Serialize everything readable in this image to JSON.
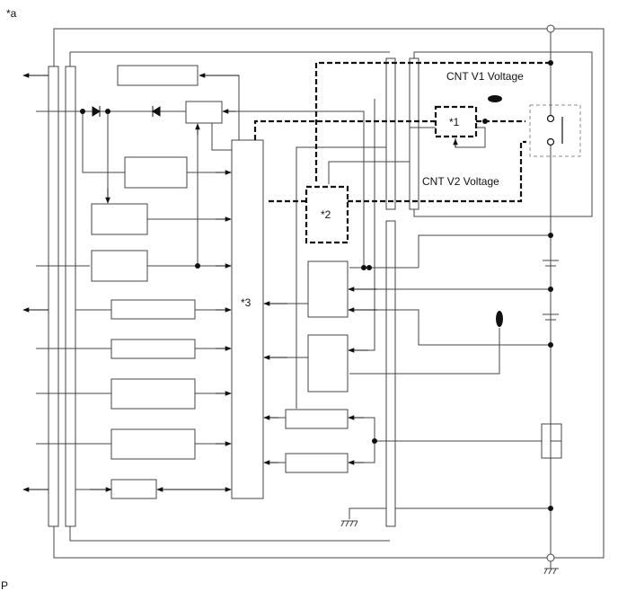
{
  "corner_labels": {
    "top_left": "*a",
    "bottom_left": "P"
  },
  "signal_labels": {
    "cnt_v1": "CNT V1 Voltage",
    "cnt_v2": "CNT V2 Voltage"
  },
  "markers": {
    "m1": "*1",
    "m2": "*2",
    "m3": "*3"
  }
}
